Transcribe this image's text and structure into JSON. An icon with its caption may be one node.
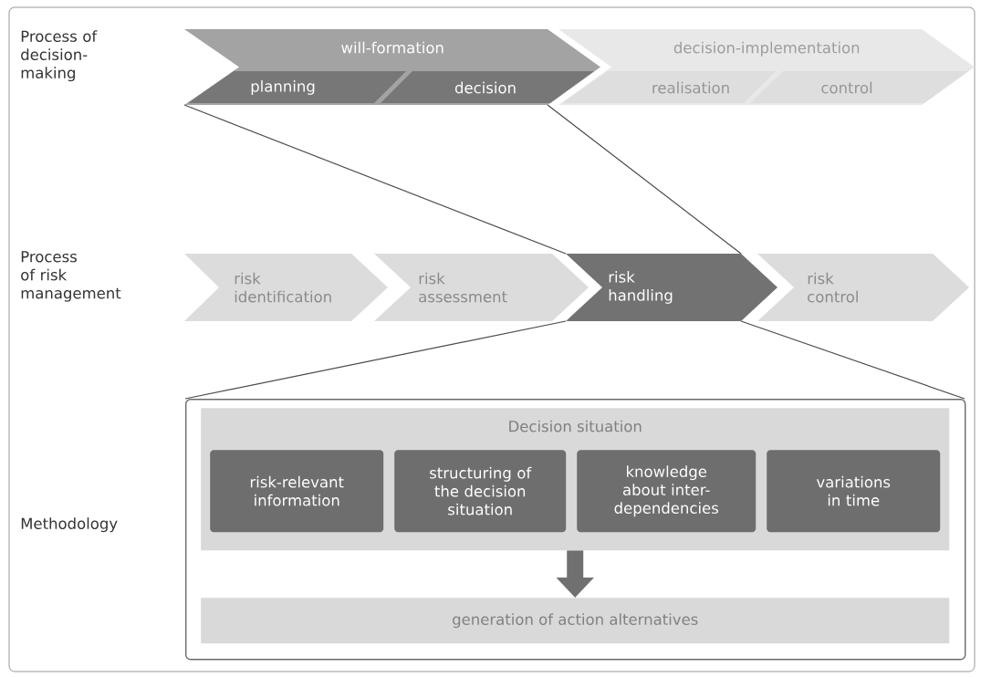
{
  "diagram": {
    "nodes": [
      {
        "text": [
          "will-formation"
        ]
      },
      {
        "text": [
          "planning"
        ],
        "in": 0
      },
      {
        "text": [
          "decision"
        ],
        "in": 0
      },
      {
        "text": [
          "decision-implementation"
        ]
      },
      {
        "text": [
          "realisation"
        ],
        "in": 3
      },
      {
        "text": [
          "control"
        ],
        "in": 3
      },
      {
        "text": [
          "risk identification"
        ]
      },
      {
        "text": [
          "risk assessment"
        ]
      },
      {
        "text": [
          "risk handling"
        ]
      },
      {
        "text": [
          "risk control"
        ]
      },
      {
        "text": [],
        "shape": "box"
      },
      {
        "text": [
          "Decision situation"
        ],
        "in": 10
      },
      {
        "text": [
          "risk-relevant information"
        ],
        "in": 11
      },
      {
        "text": [
          "structuring of the decision situation"
        ],
        "in": 11
      },
      {
        "text": [
          "knowledge about inter-dependencies"
        ],
        "in": 11
      },
      {
        "text": [
          "variations in time"
        ],
        "in": 11
      },
      {
        "text": [
          "generation of action alternatives"
        ],
        "in": 10
      }
    ],
    "edges": [
      {
        "from": 0,
        "to": 8,
        "arrow": "none"
      },
      {
        "from": 0,
        "to": 8,
        "arrow": "none"
      },
      {
        "from": 8,
        "to": 10,
        "arrow": "none"
      },
      {
        "from": 8,
        "to": 10,
        "arrow": "none"
      },
      {
        "from": 11,
        "to": 16,
        "arrow": "to",
        "style": "thick",
        "color": "#707070"
      }
    ],
    "labels": [
      "Process of decision-making",
      "Process of risk management",
      "Methodology"
    ]
  }
}
